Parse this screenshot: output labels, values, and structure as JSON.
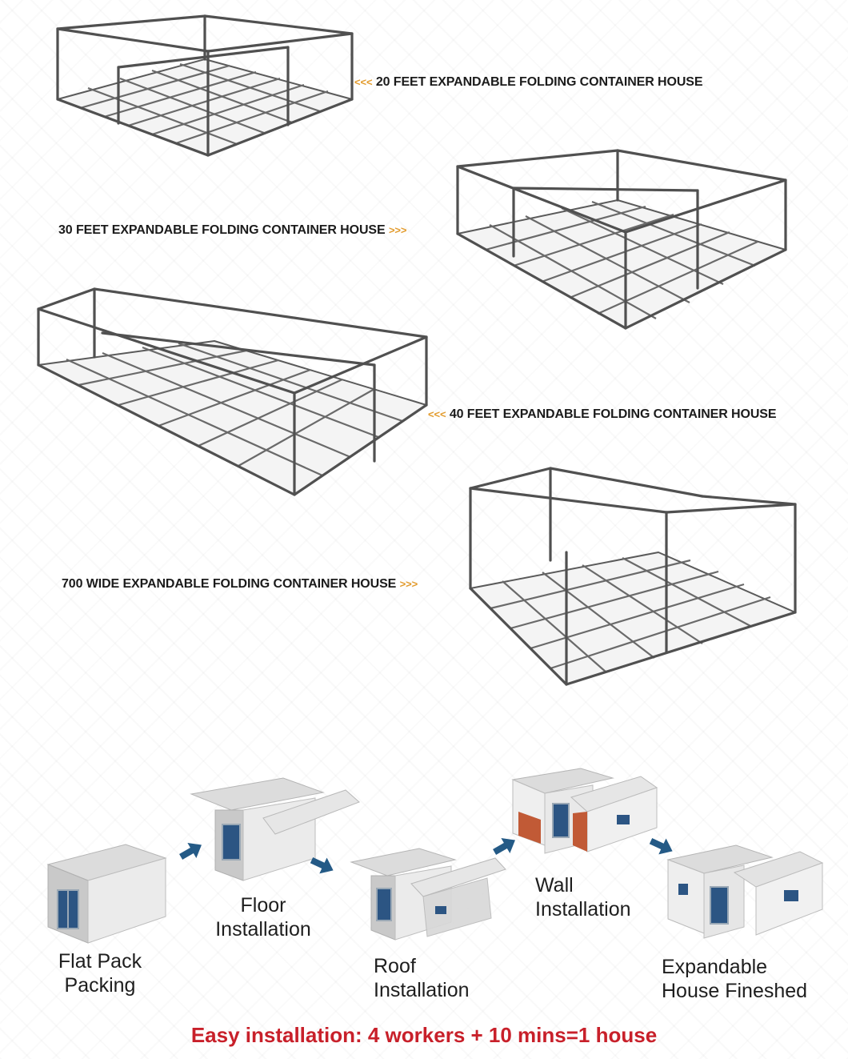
{
  "labels": {
    "house_20": "20 FEET EXPANDABLE FOLDING CONTAINER HOUSE",
    "house_30": "30 FEET EXPANDABLE FOLDING CONTAINER HOUSE",
    "house_40": "40 FEET EXPANDABLE FOLDING CONTAINER HOUSE",
    "house_700": "700 WIDE EXPANDABLE FOLDING CONTAINER HOUSE"
  },
  "arrows": {
    "left": "<<<",
    "right": ">>>"
  },
  "steps": [
    {
      "line1": "Flat Pack",
      "line2": "Packing"
    },
    {
      "line1": "Floor",
      "line2": "Installation"
    },
    {
      "line1": "Roof",
      "line2": "Installation"
    },
    {
      "line1": "Wall",
      "line2": "Installation"
    },
    {
      "line1": "Expandable",
      "line2": "House Fineshed"
    }
  ],
  "footer": {
    "note": "Easy installation: 4 workers + 10 mins=1 house"
  },
  "colors": {
    "label_arrow": "#e29b2d",
    "note": "#c8202a",
    "step_arrow": "#245a86"
  }
}
